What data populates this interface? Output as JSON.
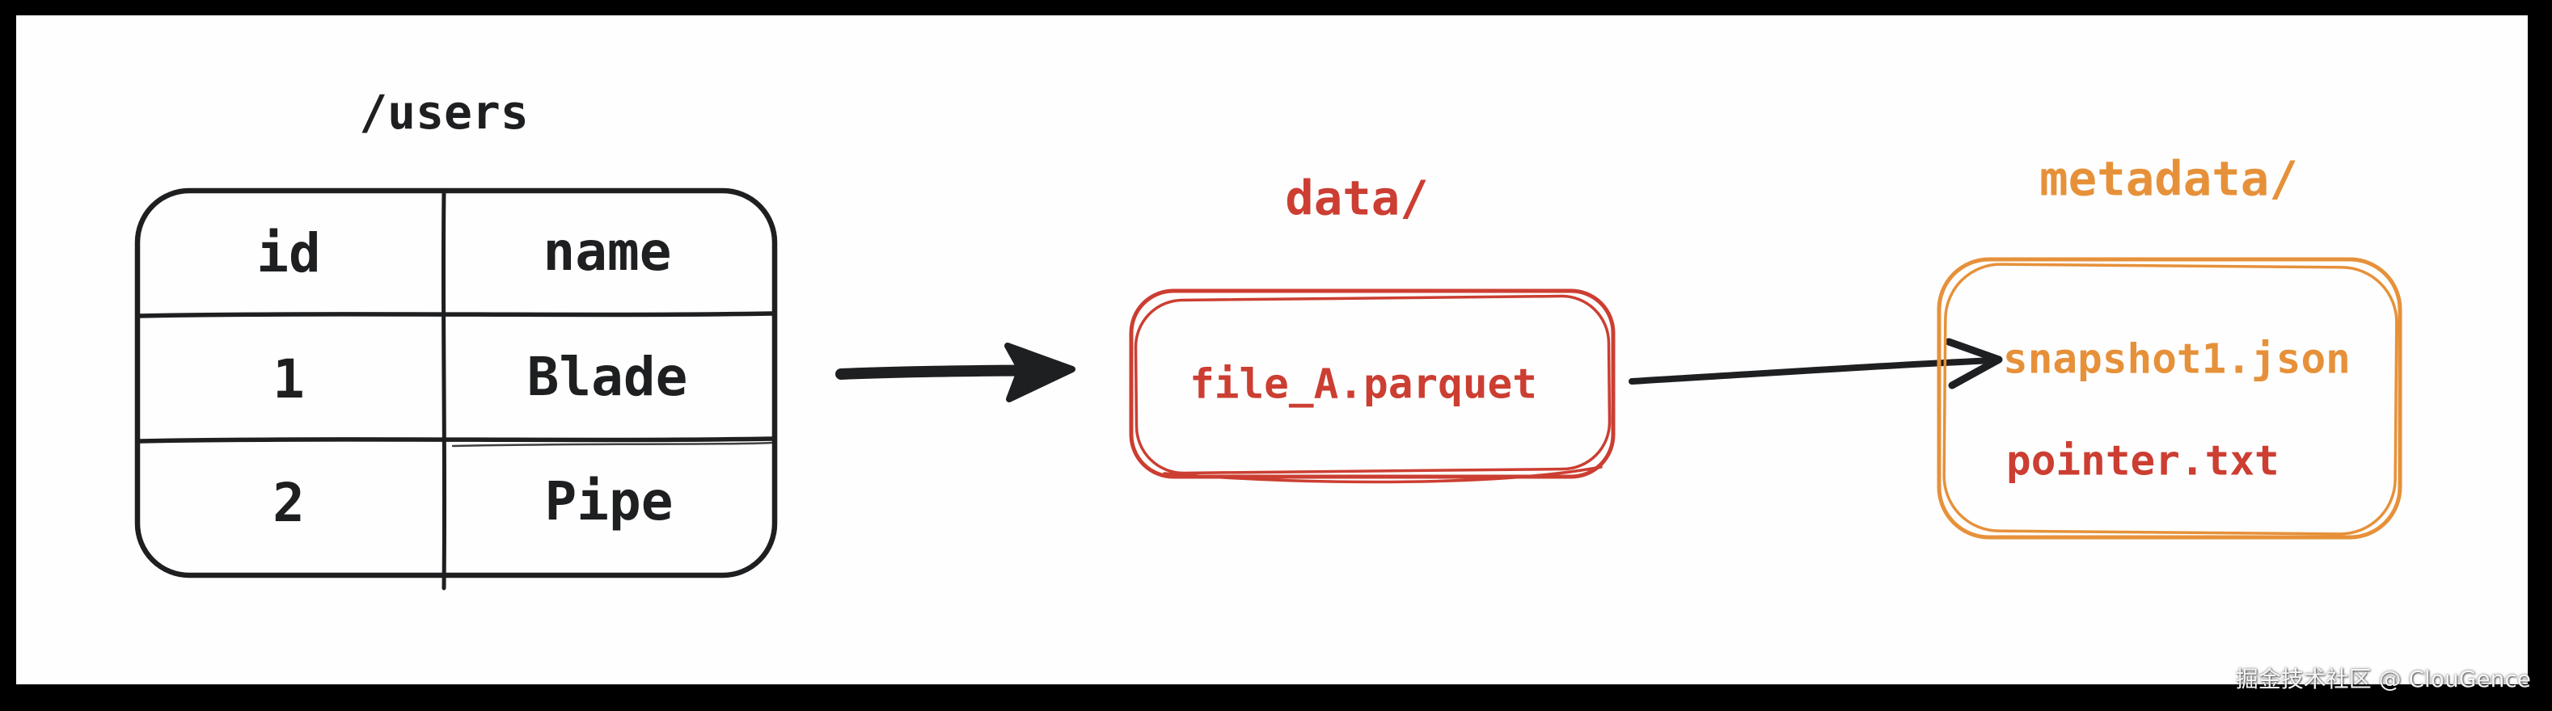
{
  "colors": {
    "ink": "#1e1f21",
    "red": "#cc3e32",
    "orange": "#e6913a",
    "frame": "#000000",
    "paper": "#fefefe",
    "watermark_text": "#f5f5f5"
  },
  "users_table": {
    "title": "/users",
    "columns": [
      "id",
      "name"
    ],
    "rows": [
      [
        "1",
        "Blade"
      ],
      [
        "2",
        "Pipe"
      ]
    ]
  },
  "data_folder": {
    "label": "data/",
    "files": [
      {
        "name": "file_A.parquet",
        "color": "red"
      }
    ]
  },
  "metadata_folder": {
    "label": "metadata/",
    "files": [
      {
        "name": "snapshot1.json",
        "color": "orange"
      },
      {
        "name": "pointer.txt",
        "color": "red"
      }
    ]
  },
  "watermark": {
    "text": "掘金技术社区 @ ClouGence"
  }
}
